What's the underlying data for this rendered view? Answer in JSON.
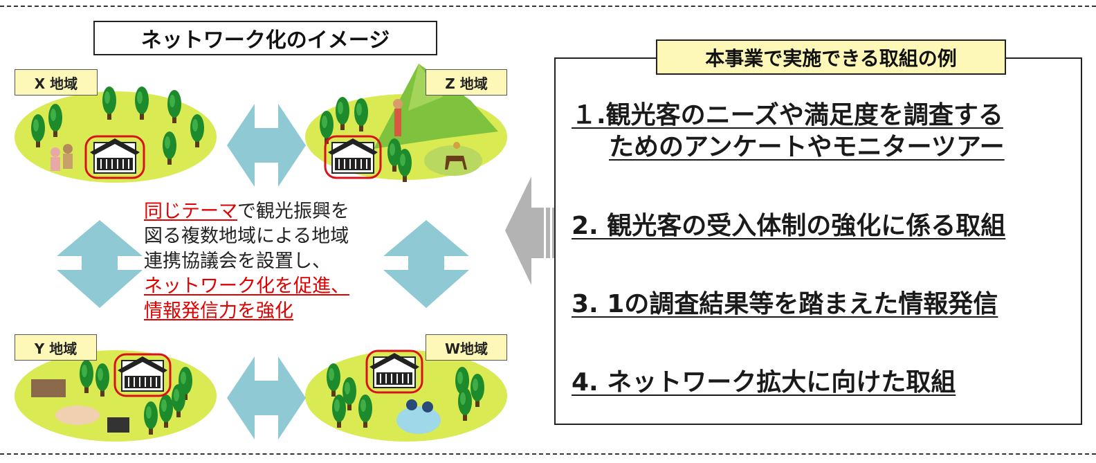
{
  "left": {
    "title": "ネットワーク化のイメージ",
    "regions": {
      "x": "X 地域",
      "z": "Z 地域",
      "y": "Y 地域",
      "w": "W地域"
    },
    "center": {
      "part1_red": "同じテーマ",
      "part1_rest": "で観光振興を",
      "line2": "図る複数地域による地域",
      "line3": "連携協議会を設置し、",
      "line4_red": "ネットワーク化を促進、",
      "line5_red": "情報発信力を強化"
    }
  },
  "right": {
    "title": "本事業で実施できる取組の例",
    "items": [
      {
        "line1": "１.観光客のニーズや満足度を調査する",
        "line2": "ためのアンケートやモニターツアー"
      },
      {
        "line1": "2. 観光客の受入体制の強化に係る取組"
      },
      {
        "line1": "3. 1の調査結果等を踏まえた情報発信"
      },
      {
        "line1": "4. ネットワーク拡大に向けた取組"
      }
    ]
  },
  "colors": {
    "field": "#d9ea52",
    "tree": "#1d8a2c",
    "arrow": "#8fc9d3",
    "big_arrow": "#b3b3b3",
    "label_bg": "#fdf7b8",
    "highlight": "#e00000"
  }
}
